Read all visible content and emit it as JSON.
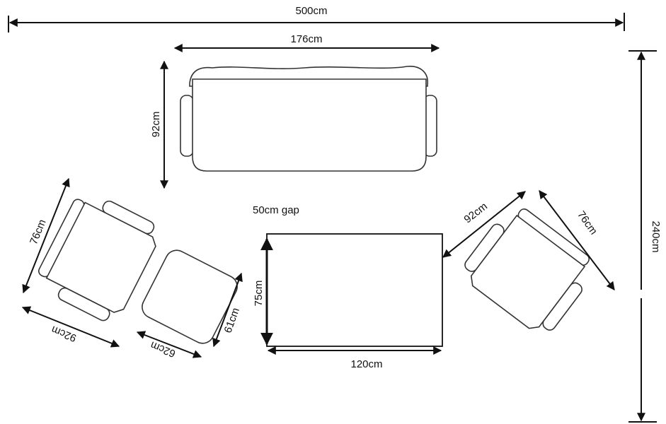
{
  "dimensions": {
    "overall_width": "500cm",
    "overall_depth": "240cm",
    "sofa_width": "176cm",
    "sofa_depth": "92cm",
    "gap": "50cm gap",
    "table_depth": "75cm",
    "table_width": "120cm",
    "left_chair_depth": "76cm",
    "left_chair_width": "92cm",
    "ottoman_width": "62cm",
    "ottoman_depth": "61cm",
    "right_chair_width": "92cm",
    "right_chair_depth": "76cm"
  },
  "colors": {
    "line": "#111111"
  }
}
